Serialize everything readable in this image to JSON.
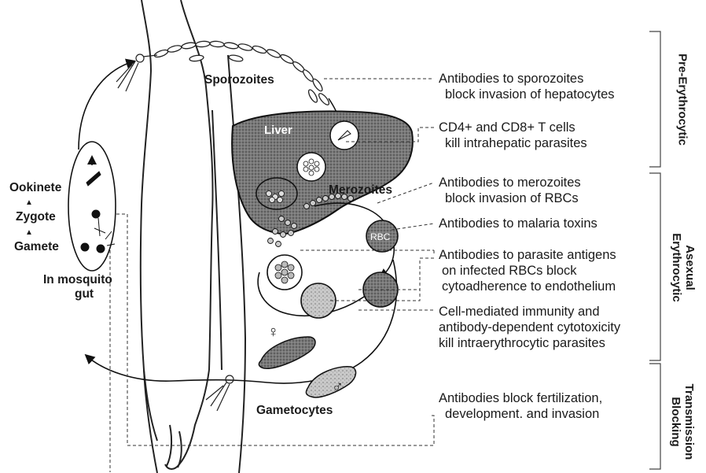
{
  "stages": {
    "sporozoites": "Sporozoites",
    "liver": "Liver",
    "merozoites": "Merozoites",
    "rbc": "RBC",
    "gametocytes": "Gametocytes",
    "ookinete": "Ookinete",
    "zygote": "Zygote",
    "gamete": "Gamete",
    "mosquito_gut_line1": "In mosquito",
    "mosquito_gut_line2": "gut"
  },
  "annotations": {
    "a1_line1": "Antibodies to sporozoites",
    "a1_line2": "block invasion of hepatocytes",
    "a2_line1": "CD4+ and CD8+ T cells",
    "a2_line2": "kill intrahepatic parasites",
    "a3_line1": "Antibodies to merozoites",
    "a3_line2": "block invasion of RBCs",
    "a4_line1": "Antibodies to malaria toxins",
    "a5_line1": "Antibodies to parasite antigens",
    "a5_line2": "on infected RBCs block",
    "a5_line3": "cytoadherence to endothelium",
    "a6_line1": "Cell-mediated immunity and",
    "a6_line2": "antibody-dependent cytotoxicity",
    "a6_line3": "kill intraerythrocytic parasites",
    "a7_line1": "Antibodies block fertilization,",
    "a7_line2": "development. and invasion"
  },
  "sections": {
    "pre_erythrocytic": "Pre-Erythrocytic",
    "asexual_line1": "Asexual",
    "asexual_line2": "Erythrocytic",
    "transmission_line1": "Transmission",
    "transmission_line2": "Blocking"
  },
  "symbols": {
    "female": "♀",
    "male": "♂"
  }
}
